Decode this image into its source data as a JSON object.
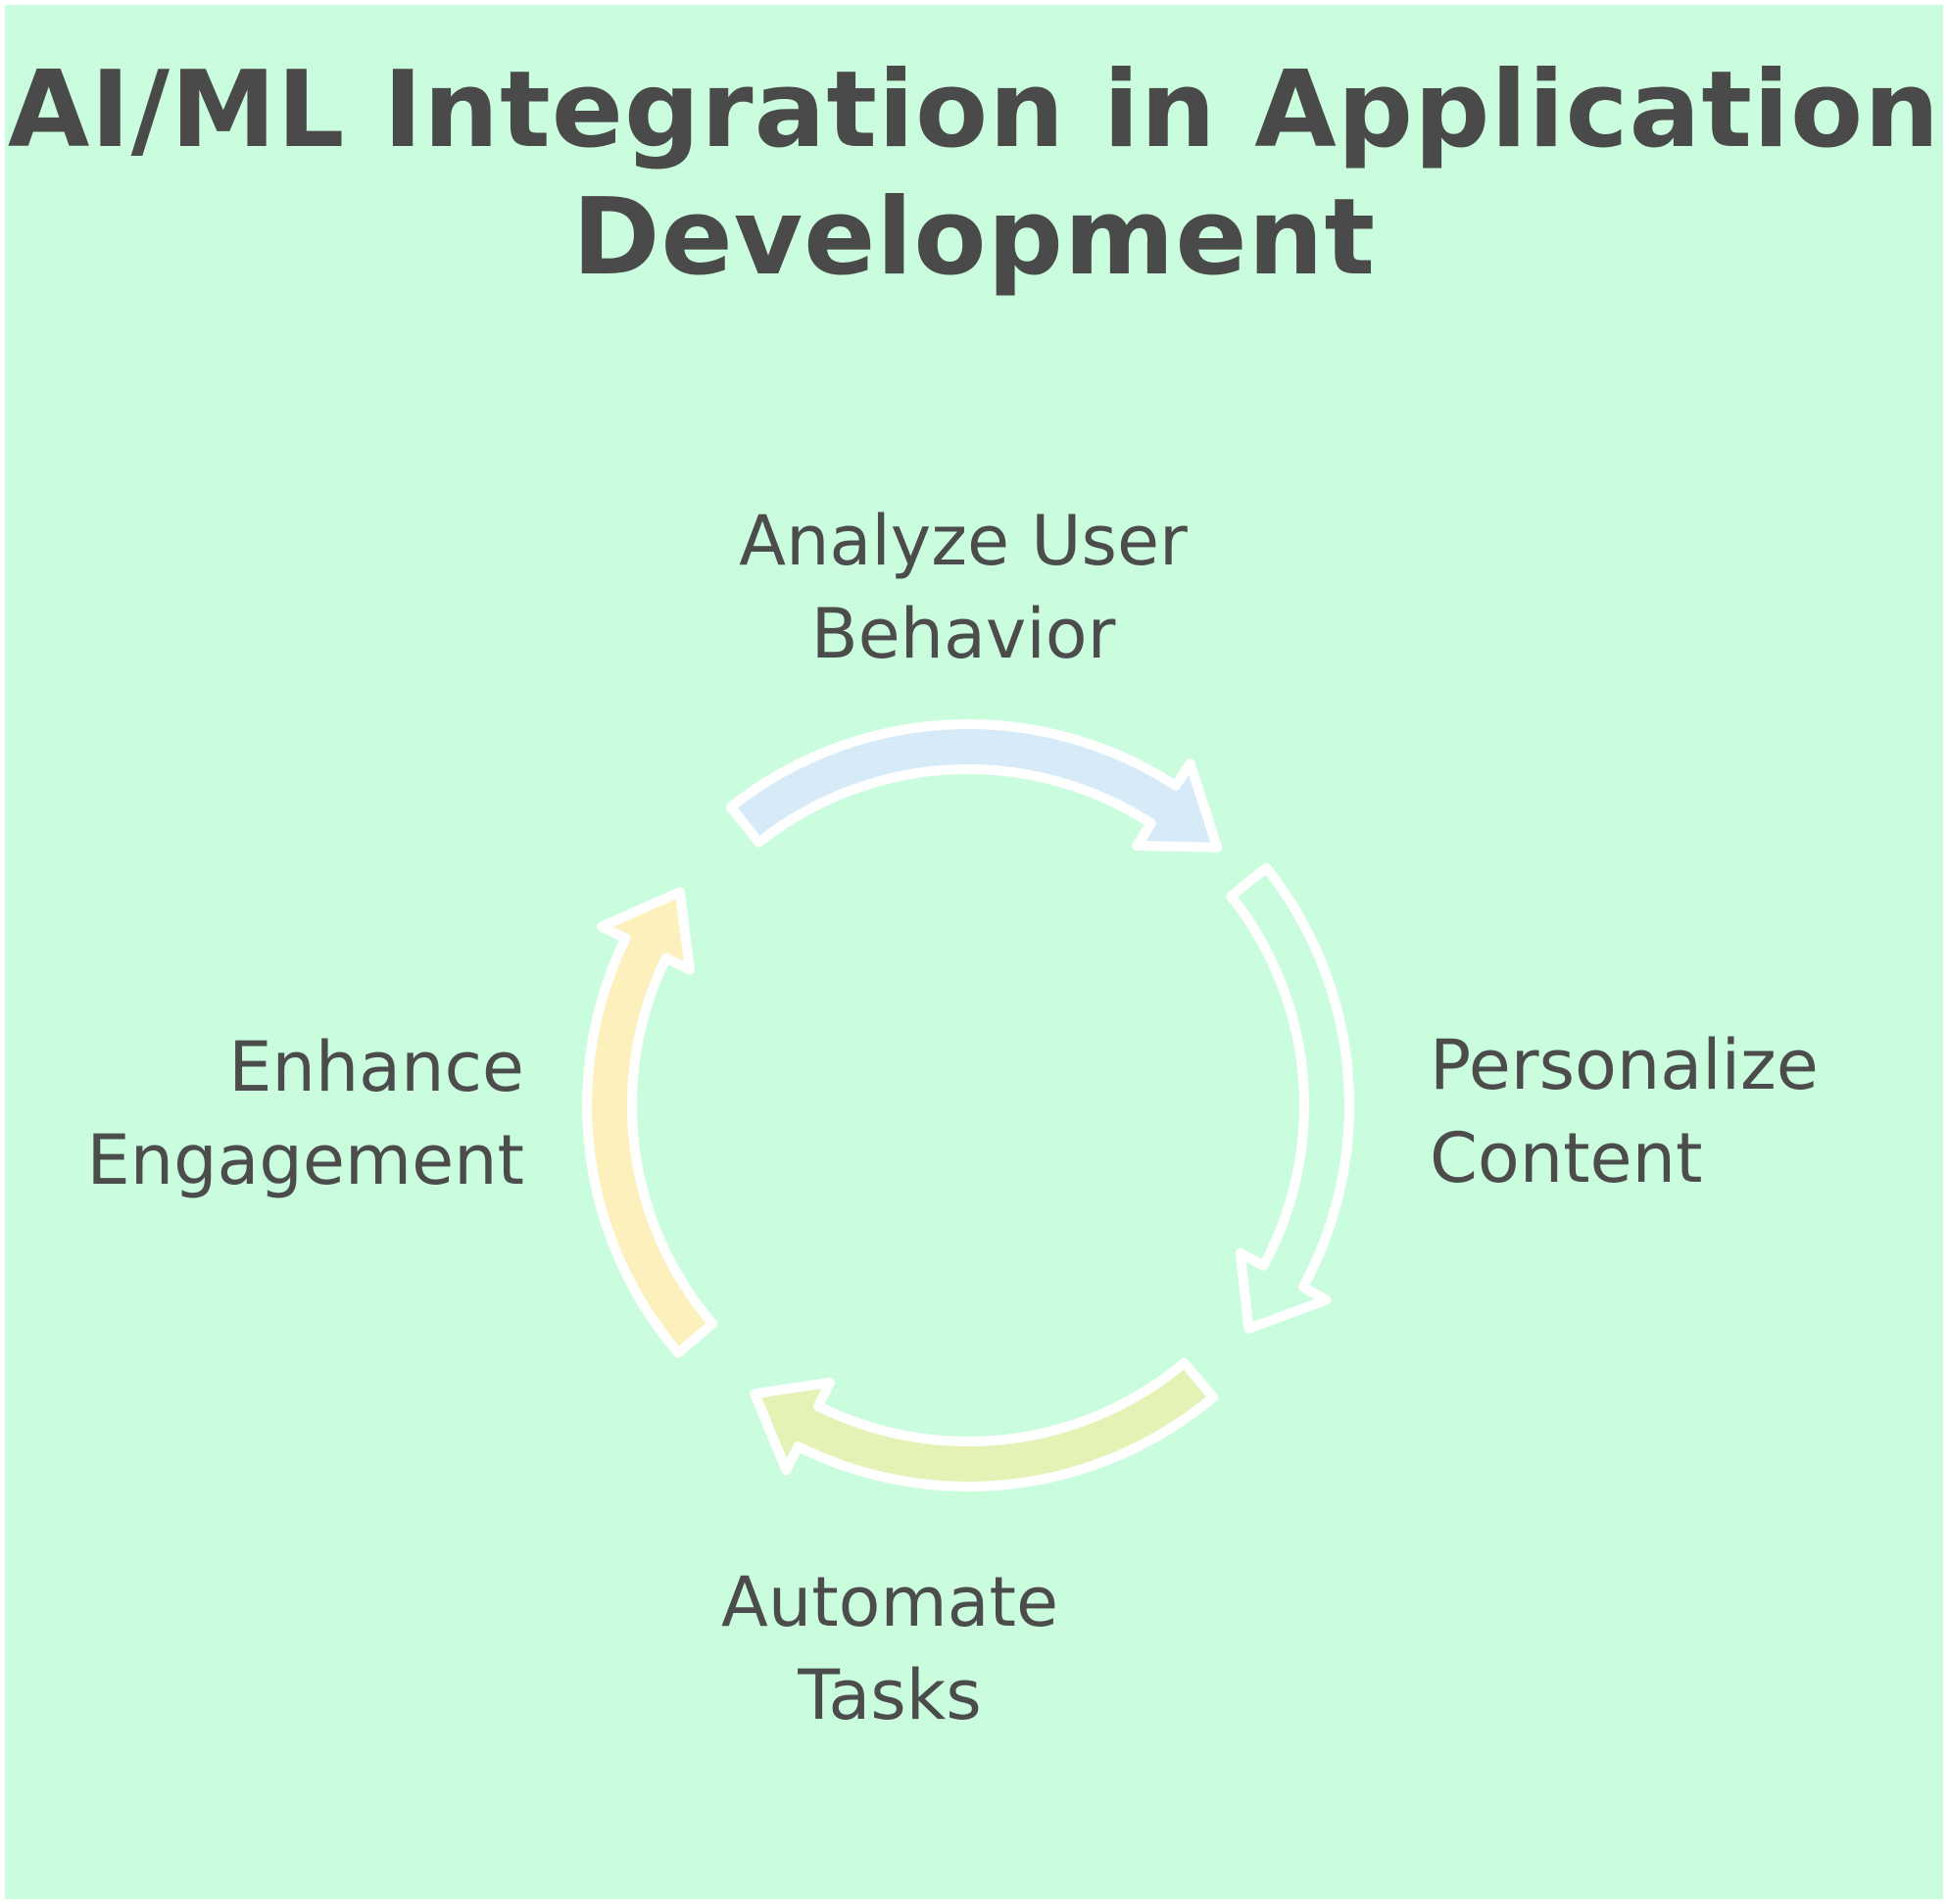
{
  "title_lines": [
    "AI/ML Integration in Application",
    "Development"
  ],
  "colors": {
    "background": "#c9fdde",
    "frame": "#ffffff",
    "text": "#4c4c4c",
    "title_text": "#4a4a4a",
    "arrow_outline": "#ffffff"
  },
  "cycle": {
    "direction": "clockwise",
    "steps": [
      {
        "id": "analyze-user-behavior",
        "line1": "Analyze User",
        "line2": "Behavior",
        "position": "top",
        "arrow_color": "#d7eaf7"
      },
      {
        "id": "personalize-content",
        "line1": "Personalize",
        "line2": "Content",
        "position": "right",
        "arrow_color": "#c9fdde"
      },
      {
        "id": "automate-tasks",
        "line1": "Automate",
        "line2": "Tasks",
        "position": "bottom",
        "arrow_color": "#e4f2b5"
      },
      {
        "id": "enhance-engagement",
        "line1": "Enhance",
        "line2": "Engagement",
        "position": "left",
        "arrow_color": "#fcf0bd"
      }
    ]
  }
}
